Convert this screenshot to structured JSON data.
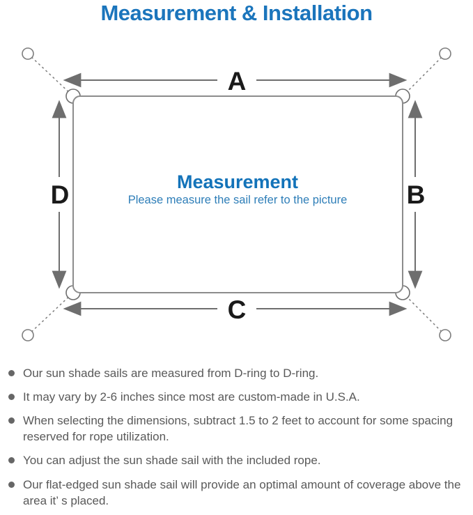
{
  "title": "Measurement & Installation",
  "diagram": {
    "labels": {
      "top": "A",
      "right": "B",
      "bottom": "C",
      "left": "D"
    },
    "center_title": "Measurement",
    "center_subtitle": "Please measure the sail refer to the picture",
    "colors": {
      "title_blue": "#1b75bc",
      "center_title_blue": "#1373b9",
      "center_subtitle_blue": "#2e7eb8",
      "line_gray": "#7d7d7d",
      "arrow_gray": "#6e6e6e",
      "label_black": "#1a1a1a",
      "note_text_gray": "#595959"
    }
  },
  "notes": {
    "items": [
      "Our sun shade sails are measured from D-ring to D-ring.",
      "It may vary by 2-6 inches since most are custom-made in U.S.A.",
      "When selecting the dimensions, subtract 1.5 to 2 feet to account for some spacing reserved for rope utilization.",
      "You can adjust the sun shade sail with the included rope.",
      "Our flat-edged sun shade sail will provide an optimal amount of coverage above the area it’ s placed."
    ]
  }
}
